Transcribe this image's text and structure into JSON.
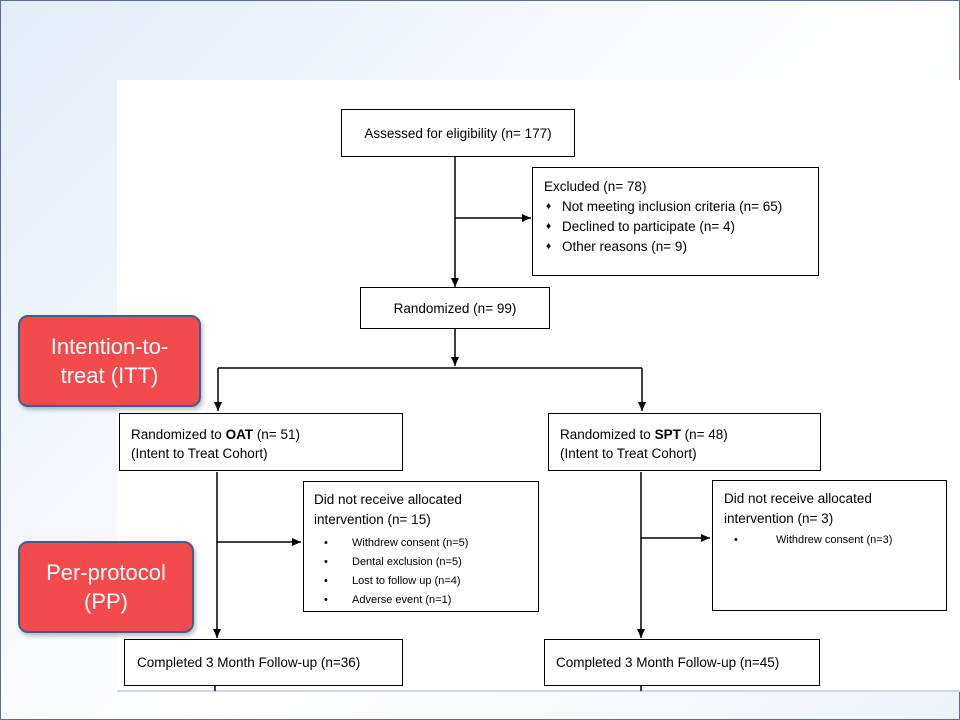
{
  "flowchart": {
    "assessed": "Assessed for eligibility (n= 177)",
    "excluded": {
      "title": "Excluded (n= 78)",
      "items": [
        "Not meeting inclusion criteria (n= 65)",
        "Declined to participate (n= 4)",
        "Other reasons (n= 9)"
      ]
    },
    "randomized": "Randomized (n= 99)",
    "oat": {
      "prefix": "Randomized to ",
      "arm": "OAT",
      "suffix": " (n= 51)",
      "cohort": "(Intent to Treat Cohort)"
    },
    "spt": {
      "prefix": "Randomized to ",
      "arm": "SPT",
      "suffix": " (n= 48)",
      "cohort": "(Intent to Treat Cohort)"
    },
    "oat_dropout": {
      "title_line1": "Did not receive allocated",
      "title_line2": "intervention (n= 15)",
      "items": [
        "Withdrew consent (n=5)",
        "Dental exclusion (n=5)",
        "Lost to follow up (n=4)",
        "Adverse event (n=1)"
      ]
    },
    "spt_dropout": {
      "title_line1": "Did not receive allocated",
      "title_line2": "intervention (n= 3)",
      "items": [
        "Withdrew consent (n=3)"
      ]
    },
    "oat_followup": "Completed 3 Month Follow-up (n=36)",
    "spt_followup": "Completed 3 Month Follow-up (n=45)"
  },
  "callouts": {
    "itt_line1": "Intention-to-",
    "itt_line2": "treat (ITT)",
    "pp_line1": "Per-protocol",
    "pp_line2": "(PP)"
  },
  "colors": {
    "callout_fill": "#f34a4b",
    "callout_border": "#3d5f8d"
  }
}
